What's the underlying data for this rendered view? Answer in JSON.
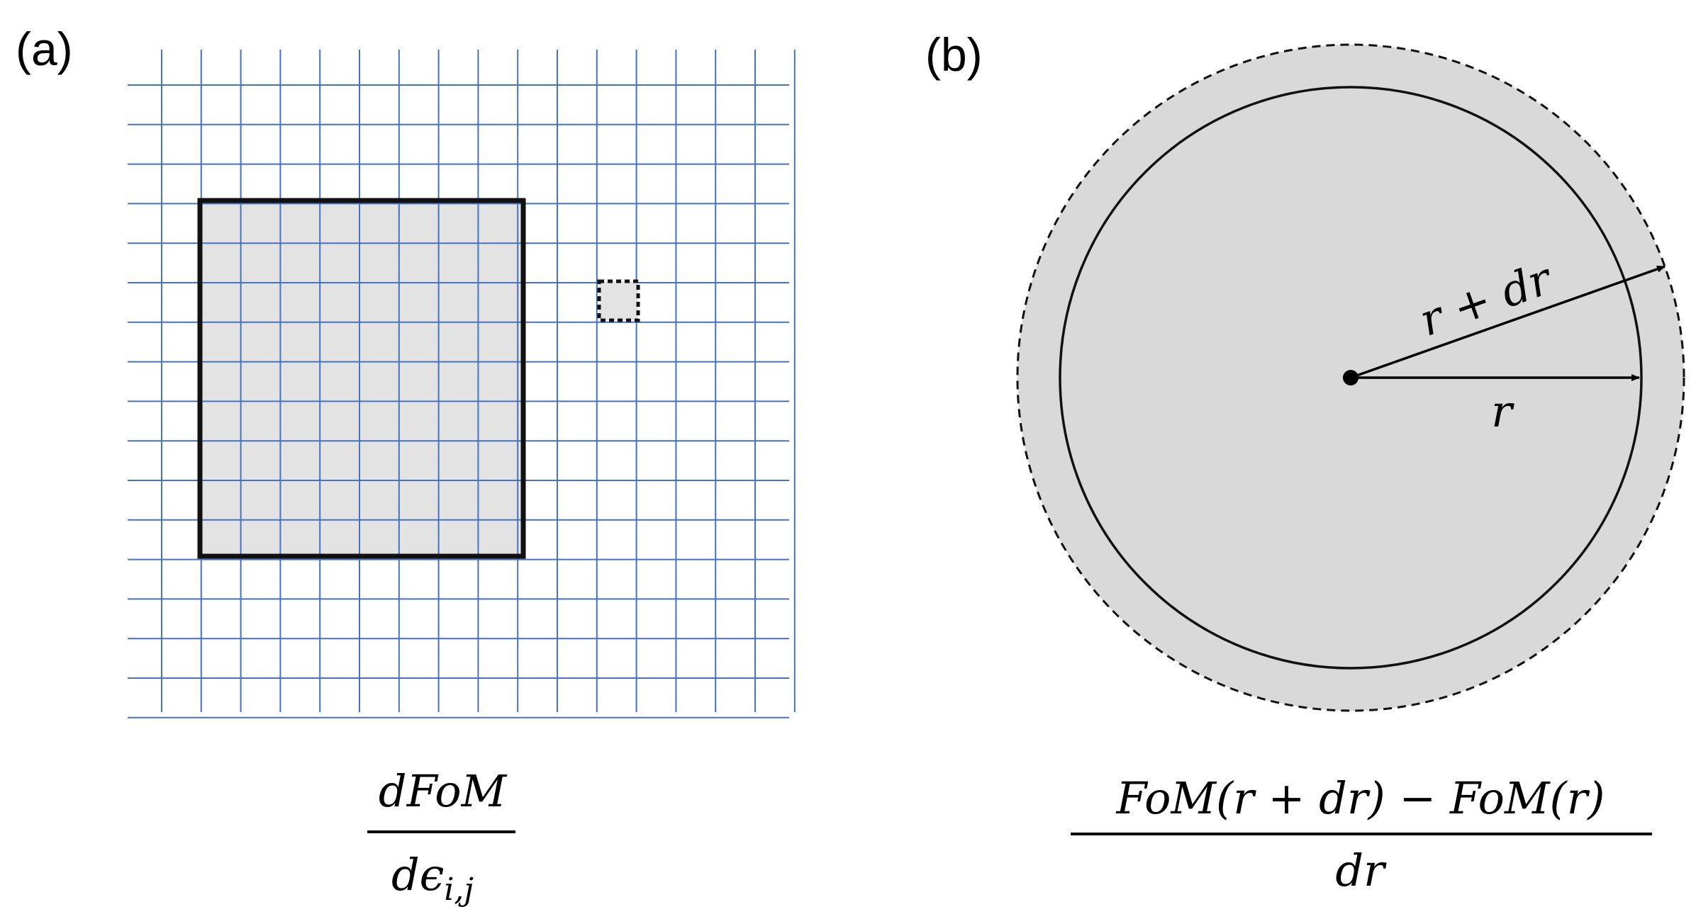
{
  "panel_a": {
    "label": "(a)",
    "formula": {
      "numerator": "dFoM",
      "denominator_base": "dϵ",
      "denominator_subscript": "i,j"
    }
  },
  "panel_b": {
    "label": "(b)",
    "outer_radius_label": "r + dr",
    "inner_radius_label": "r",
    "formula": {
      "numerator": "FoM(r + dr) − FoM(r)",
      "denominator": "dr"
    }
  },
  "colors": {
    "grid_line": "#4472c4",
    "shaded_fill": "#d9d9d9",
    "square_fill": "#e3e3e3",
    "stroke": "#000000"
  }
}
